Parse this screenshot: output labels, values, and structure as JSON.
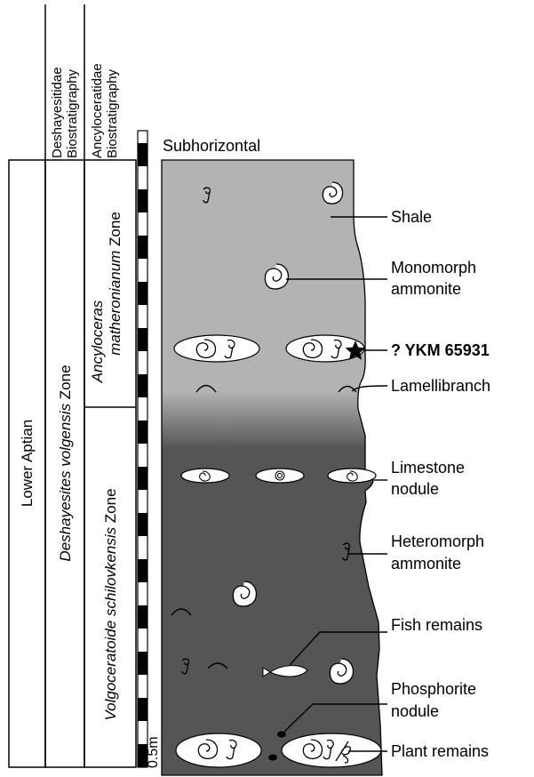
{
  "columns": {
    "stage": "Lower Aptian",
    "deshayesitidae_header_line1": "Deshayesitidae",
    "deshayesitidae_header_line2": "Biostratigraphy",
    "deshayesitidae_zone_genus": "Deshayesites volgensis",
    "deshayesitidae_zone_suffix": " Zone",
    "ancyloceratidae_header_line1": "Ancyloceratidae",
    "ancyloceratidae_header_line2": "Biostratigraphy",
    "upper_zone_genus": "Ancyloceras",
    "upper_zone_species": "matheronianum",
    "upper_zone_suffix": " Zone",
    "lower_zone_genus": "Volgoceratoide schilovkensis",
    "lower_zone_suffix": " Zone"
  },
  "scale": {
    "label": "0.5m"
  },
  "section": {
    "title": "Subhorizontal"
  },
  "legend": {
    "shale": "Shale",
    "monomorph_line1": "Monomorph",
    "monomorph_line2": "ammonite",
    "specimen": "? YKM 65931",
    "lamellibranch": "Lamellibranch",
    "limestone_line1": "Limestone",
    "limestone_line2": "nodule",
    "heteromorph_line1": "Heteromorph",
    "heteromorph_line2": "ammonite",
    "fish": "Fish remains",
    "phosphorite_line1": "Phosphorite",
    "phosphorite_line2": "nodule",
    "plant": "Plant remains"
  },
  "colors": {
    "shale_light": "#b3b3b3",
    "shale_dark": "#555555",
    "nodule_fill": "#ffffff",
    "line": "#000000"
  }
}
